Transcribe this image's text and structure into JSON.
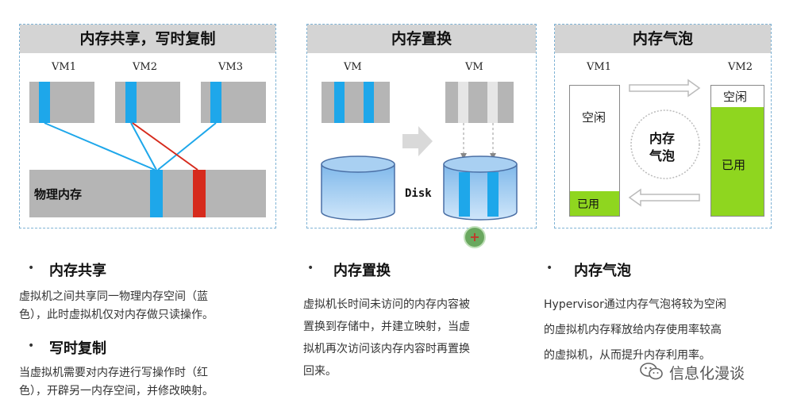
{
  "panels": {
    "sharing": {
      "title": "内存共享，写时复制",
      "vm1": "VM1",
      "vm2": "VM2",
      "vm3": "VM3",
      "physical": "物理内存"
    },
    "swap": {
      "title": "内存置换",
      "vm_left": "VM",
      "vm_right": "VM",
      "disk": "Disk"
    },
    "balloon": {
      "title": "内存气泡",
      "vm1": "VM1",
      "vm2": "VM2",
      "idle_vm1": "空闲",
      "used_vm1": "已用",
      "idle_vm2": "空闲",
      "used_vm2": "已用",
      "center_line1": "内存",
      "center_line2": "气泡"
    }
  },
  "descriptions": {
    "sharing": {
      "bullet": "•",
      "head1": "内存共享",
      "text1_line1": "虚拟机之间共享同一物理内存空间（蓝",
      "text1_line2": "色），此时虚拟机仅对内存做只读操作。",
      "head2": "写时复制",
      "text2_line1": "当虚拟机需要对内存进行写操作时（红",
      "text2_line2": "色），开辟另一内存空间，并修改映射。"
    },
    "swap": {
      "bullet": "•",
      "head": "内存置换",
      "line1": "虚拟机长时间未访问的内存内容被",
      "line2": "置换到存储中，并建立映射，当虚",
      "line3": "拟机再次访问该内存内容时再置换",
      "line4": "回来。"
    },
    "balloon": {
      "bullet": "•",
      "head": "内存气泡",
      "line1": "Hypervisor通过内存气泡将较为空闲",
      "line2": "的虚拟机内存释放给内存使用率较高",
      "line3": "的虚拟机，从而提升内存利用率。"
    }
  },
  "watermark": {
    "icon": "wechat-icon",
    "text": "信息化漫谈"
  },
  "colors": {
    "share_blue": "#1ea7ea",
    "cow_red": "#d62a1c",
    "used_green": "#8fd61f",
    "panel_border": "#7fb3d5",
    "title_gray": "#d4d4d4"
  }
}
